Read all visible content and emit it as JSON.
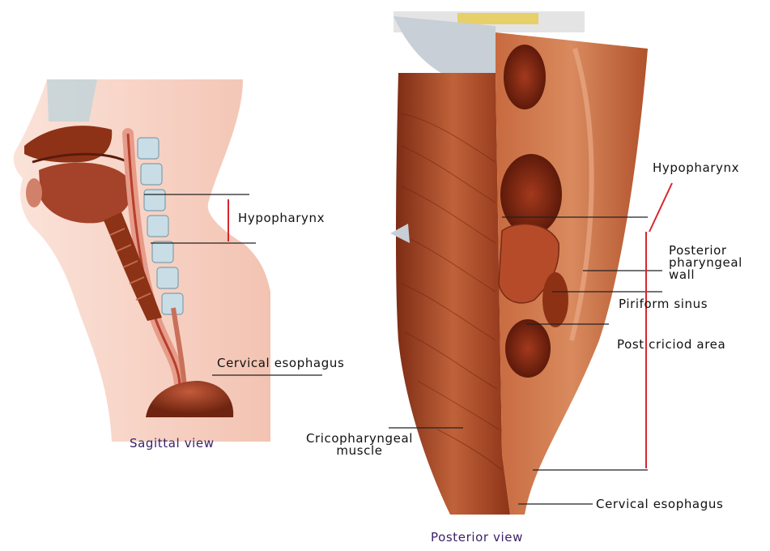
{
  "sagittal": {
    "labels": {
      "hypopharynx": "Hypopharynx",
      "cervical_esophagus": "Cervical esophagus"
    },
    "caption": "Sagittal view"
  },
  "posterior": {
    "labels": {
      "hypopharynx": "Hypopharynx",
      "posterior_wall_line1": "Posterior",
      "posterior_wall_line2": "pharyngeal",
      "posterior_wall_line3": "wall",
      "piriform_sinus": "Piriform sinus",
      "post_cricoid": "Post criciod area",
      "cricopharyngeal_line1": "Cricopharyngeal",
      "cricopharyngeal_line2": "muscle",
      "cervical_esophagus": "Cervical esophagus"
    },
    "caption": "Posterior view"
  },
  "colors": {
    "leader_line": "#222222",
    "bracket_red": "#d8262f",
    "caption": "#3a1f66",
    "skin": "#f7d2c4",
    "muscle": "#b5512b",
    "muscle_dark": "#7a2a14",
    "vertebra": "#c9dde6"
  }
}
